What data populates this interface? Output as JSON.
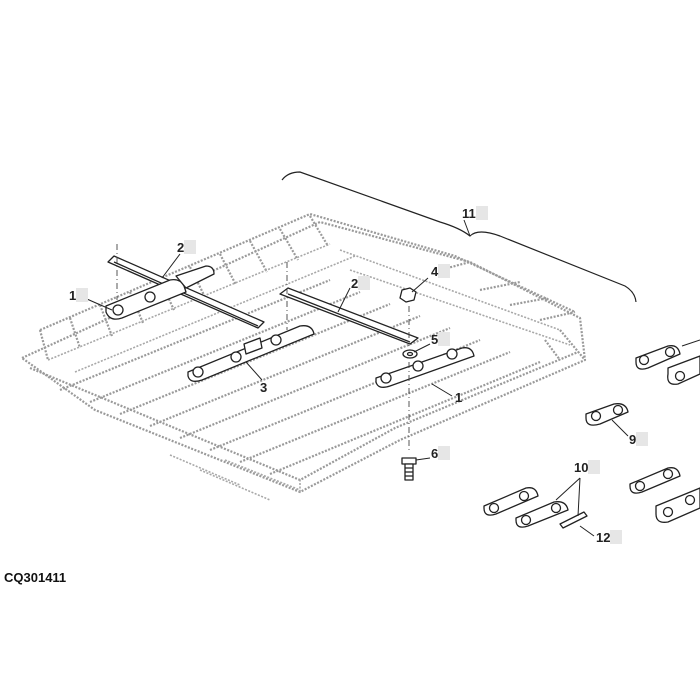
{
  "figure_id": "CQ301411",
  "callouts": {
    "c1a": "1",
    "c1b": "1",
    "c2a": "2",
    "c2b": "2",
    "c3": "3",
    "c4": "4",
    "c5": "5",
    "c6": "6",
    "c9": "9",
    "c10": "10",
    "c11": "11",
    "c12": "12"
  }
}
